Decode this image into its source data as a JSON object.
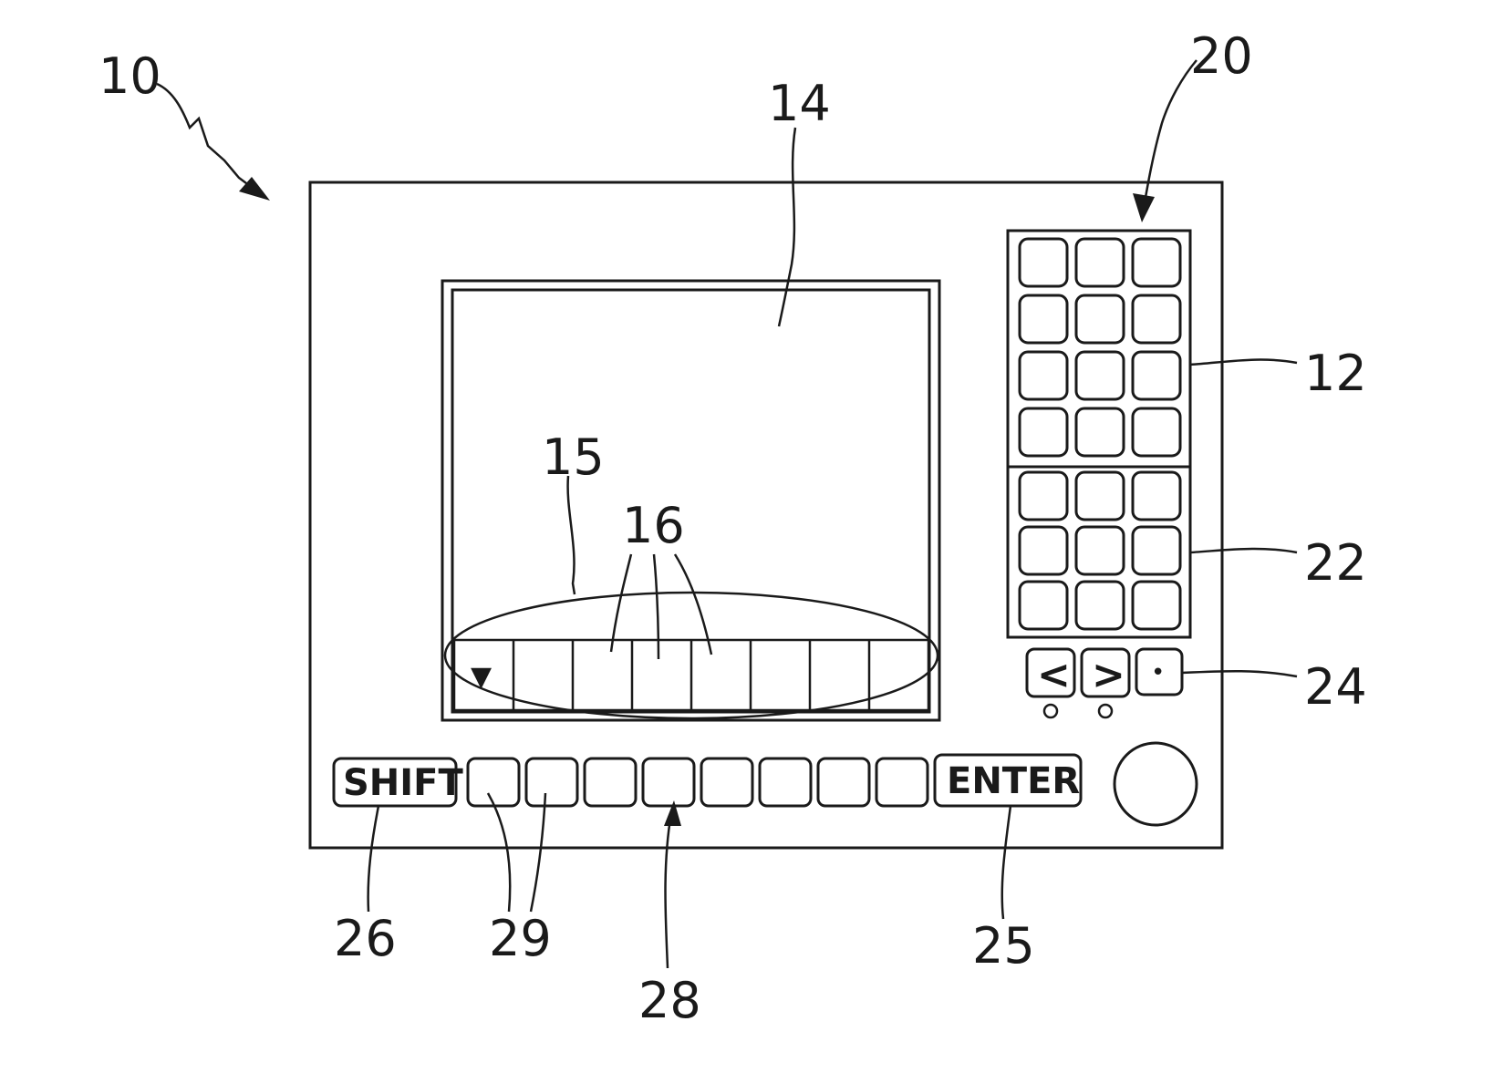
{
  "refs": {
    "r10": "10",
    "r12": "12",
    "r14": "14",
    "r15": "15",
    "r16": "16",
    "r20": "20",
    "r22": "22",
    "r24": "24",
    "r25": "25",
    "r26": "26",
    "r28": "28",
    "r29": "29"
  },
  "keys": {
    "shift": "SHIFT",
    "enter": "ENTER",
    "left": "<",
    "right": ">",
    "dot": "•",
    "scroll": "▼"
  }
}
